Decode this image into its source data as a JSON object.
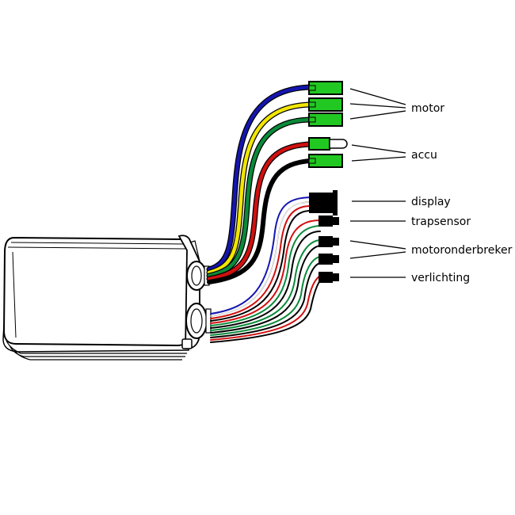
{
  "labels": {
    "motor": "motor",
    "accu": "accu",
    "display": "display",
    "trapsensor": "trapsensor",
    "motoronderbreker": "motoronderbreker",
    "verlichting": "verlichting"
  },
  "colors": {
    "connector_green": "#22c822",
    "connector_black": "#000000",
    "wire_blue": "#1515b0",
    "wire_yellow": "#f2e600",
    "wire_green": "#0a8a3a",
    "wire_red": "#d01010",
    "wire_black": "#000000",
    "wire_white": "#ffffff"
  }
}
